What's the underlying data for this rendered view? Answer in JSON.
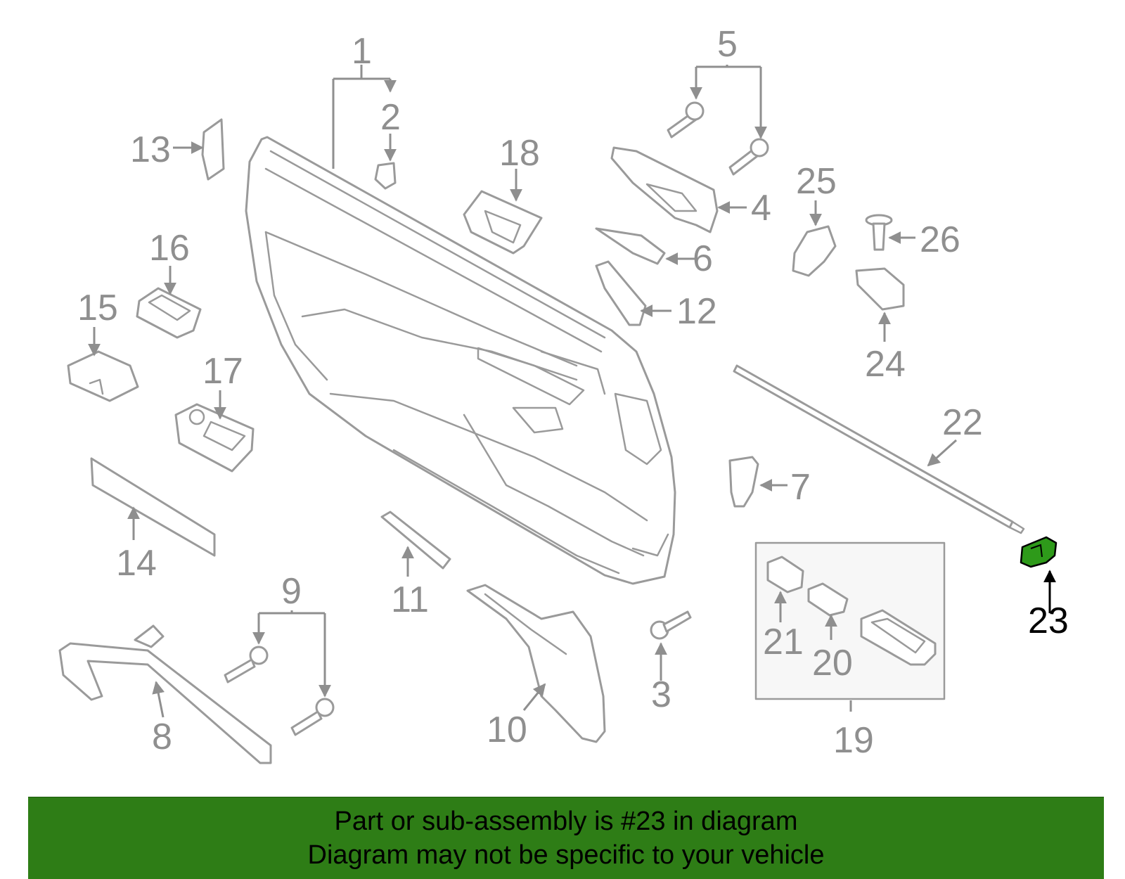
{
  "colors": {
    "highlight": "#2e9a1a",
    "banner": "#2e7d16",
    "lines": "#9a9a9a",
    "labels": "#8f8f8f"
  },
  "callouts": {
    "n1": "1",
    "n2": "2",
    "n3": "3",
    "n4": "4",
    "n5": "5",
    "n6": "6",
    "n7": "7",
    "n8": "8",
    "n9": "9",
    "n10": "10",
    "n11": "11",
    "n12": "12",
    "n13": "13",
    "n14": "14",
    "n15": "15",
    "n16": "16",
    "n17": "17",
    "n18": "18",
    "n19": "19",
    "n20": "20",
    "n21": "21",
    "n22": "22",
    "n23": "23",
    "n24": "24",
    "n25": "25",
    "n26": "26"
  },
  "highlighted_part": "23",
  "banner": {
    "line1": "Part or sub-assembly is #23 in diagram",
    "line2": "Diagram may not be specific to your vehicle"
  }
}
